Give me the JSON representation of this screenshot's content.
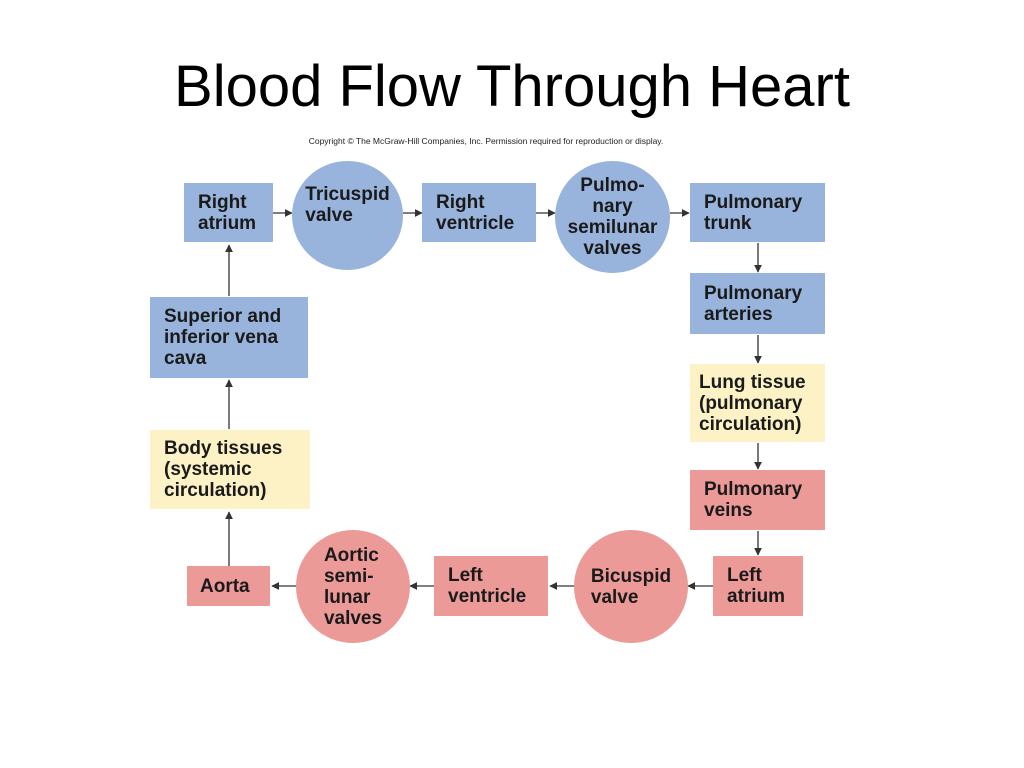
{
  "title": "Blood Flow Through Heart",
  "copyright": "Copyright © The McGraw-Hill Companies, Inc. Permission required for reproduction or display.",
  "colors": {
    "blue": "#98b3dc",
    "pink": "#ec9a98",
    "yellow": "#fdf2c6",
    "arrow": "#333333"
  },
  "nodes": {
    "right_atrium": "Right\natrium",
    "tricuspid_valve": "Tricuspid\nvalve",
    "right_ventricle": "Right\nventricle",
    "pulmonary_semilunar_valves": "Pulmo-\nnary\nsemilunar\nvalves",
    "pulmonary_trunk": "Pulmonary\ntrunk",
    "pulmonary_arteries": "Pulmonary\narteries",
    "lung_tissue": "Lung tissue\n(pulmonary\ncirculation)",
    "pulmonary_veins": "Pulmonary\nveins",
    "left_atrium": "Left\natrium",
    "bicuspid_valve": "Bicuspid\nvalve",
    "left_ventricle": "Left\nventricle",
    "aortic_semilunar_valves": "Aortic\nsemi-\nlunar\nvalves",
    "aorta": "Aorta",
    "body_tissues": "Body tissues\n(systemic\ncirculation)",
    "vena_cava": "Superior and\ninferior vena\ncava"
  }
}
